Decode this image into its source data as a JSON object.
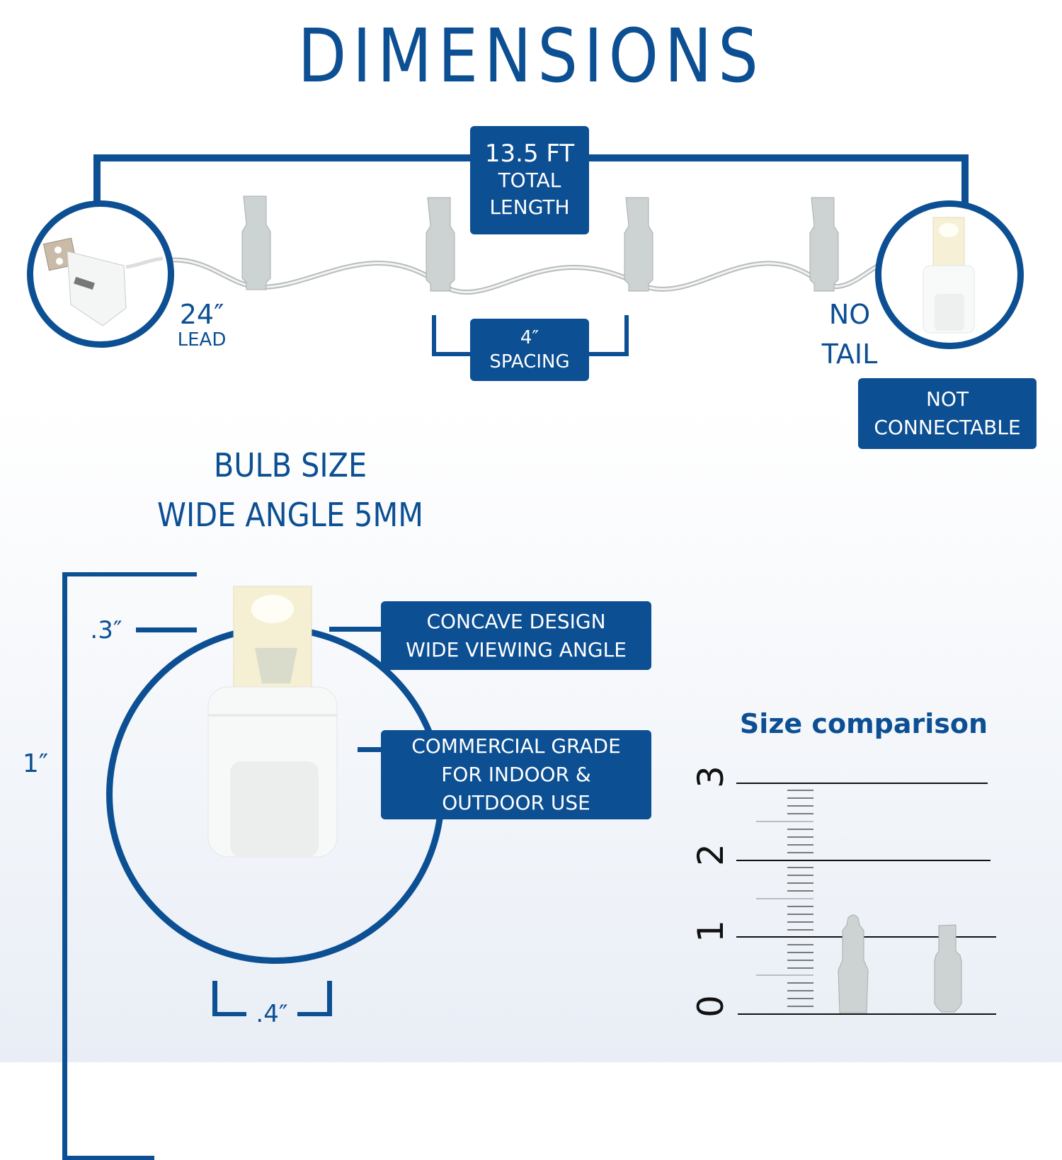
{
  "title": "DIMENSIONS",
  "string": {
    "total_length": {
      "value": "13.5 FT",
      "line1": "TOTAL",
      "line2": "LENGTH"
    },
    "lead": {
      "value": "24″",
      "label": "LEAD"
    },
    "spacing": {
      "value": "4″",
      "label": "SPACING"
    },
    "tail": {
      "line1": "NO",
      "line2": "TAIL"
    },
    "connect_badge": {
      "line1": "NOT",
      "line2": "CONNECTABLE"
    }
  },
  "bulb": {
    "heading_line1": "BULB SIZE",
    "heading_line2": "WIDE ANGLE 5MM",
    "dim_height": "1″",
    "dim_lens": ".3″",
    "dim_width": ".4″",
    "callout1": {
      "line1": "CONCAVE DESIGN",
      "line2": "WIDE VIEWING ANGLE"
    },
    "callout2": {
      "line1": "COMMERCIAL GRADE",
      "line2": "FOR INDOOR &",
      "line3": "OUTDOOR USE"
    }
  },
  "comparison": {
    "title": "Size comparison",
    "axis_labels": [
      "0",
      "1",
      "2",
      "3"
    ]
  },
  "colors": {
    "brand_blue": "#0c4f93",
    "bulb_gray": "#cdd3d2",
    "background_bottom": "#e9eef6"
  }
}
